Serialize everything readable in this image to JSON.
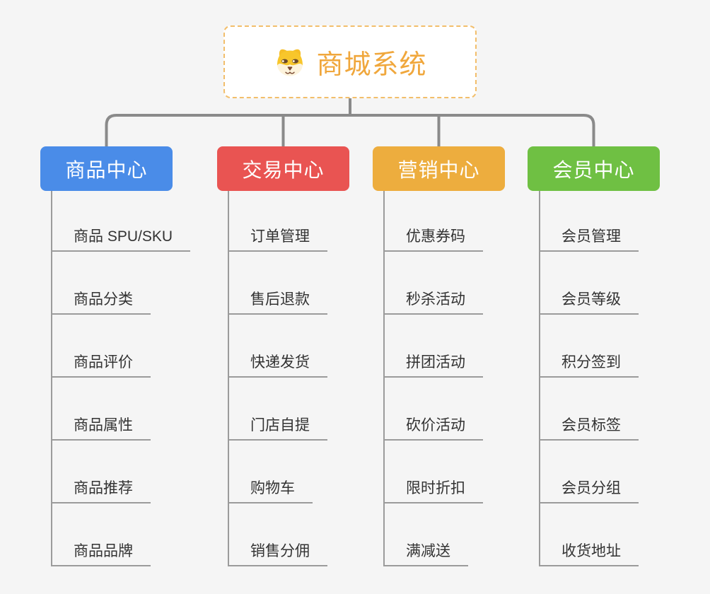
{
  "page": {
    "background_color": "#f5f5f5",
    "connector_color": "#8a8a8a",
    "subline_color": "#9b9b9b"
  },
  "root": {
    "label": "商城系统",
    "icon": "dog-icon",
    "text_color": "#f0a73c",
    "border_color": "#f2be6b"
  },
  "branches": [
    {
      "label": "商品中心",
      "color": "#4a8ce8",
      "items": [
        "商品 SPU/SKU",
        "商品分类",
        "商品评价",
        "商品属性",
        "商品推荐",
        "商品品牌"
      ]
    },
    {
      "label": "交易中心",
      "color": "#e95452",
      "items": [
        "订单管理",
        "售后退款",
        "快递发货",
        "门店自提",
        "购物车",
        "销售分佣"
      ]
    },
    {
      "label": "营销中心",
      "color": "#edad3e",
      "items": [
        "优惠券码",
        "秒杀活动",
        "拼团活动",
        "砍价活动",
        "限时折扣",
        "满减送"
      ]
    },
    {
      "label": "会员中心",
      "color": "#6fc043",
      "items": [
        "会员管理",
        "会员等级",
        "积分签到",
        "会员标签",
        "会员分组",
        "收货地址"
      ]
    }
  ]
}
